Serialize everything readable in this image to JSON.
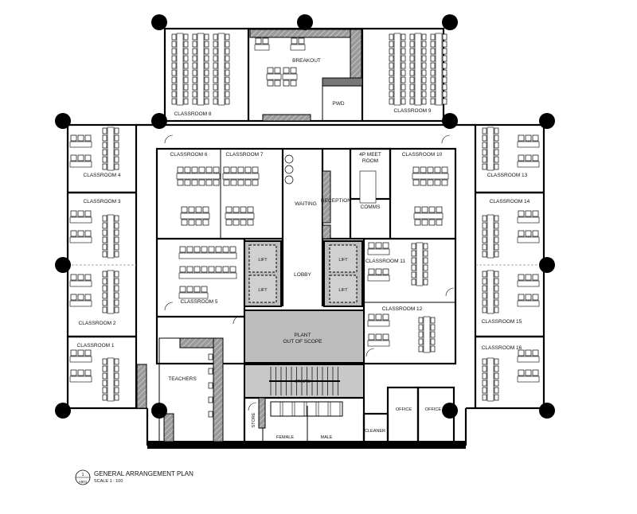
{
  "plan": {
    "rooms": {
      "classroom_1": "CLASSROOM 1",
      "classroom_2": "CLASSROOM 2",
      "classroom_3": "CLASSROOM 3",
      "classroom_4": "CLASSROOM 4",
      "classroom_5": "CLASSROOM 5",
      "classroom_6": "CLASSROOM 6",
      "classroom_7": "CLASSROOM 7",
      "classroom_8": "CLASSROOM 8",
      "classroom_9": "CLASSROOM 9",
      "classroom_10": "CLASSROOM 10",
      "classroom_11": "CLASSROOM 11",
      "classroom_12": "CLASSROOM 12",
      "classroom_13": "CLASSROOM 13",
      "classroom_14": "CLASSROOM 14",
      "classroom_15": "CLASSROOM 15",
      "classroom_16": "CLASSROOM 16",
      "breakout": "BREAKOUT",
      "pwd": "PWD",
      "waiting": "WAITING",
      "reception": "RECEPTION",
      "meet_room_1": "4P MEET",
      "meet_room_2": "ROOM",
      "comms": "COMMS",
      "lobby": "LOBBY",
      "lift": "LIFT",
      "plant_1": "PLANT",
      "plant_2": "OUT OF SCOPE",
      "stairs": "STAIRS",
      "teachers": "TEACHERS",
      "store": "STORE",
      "female": "FEMALE",
      "male": "MALE",
      "cleaner": "CLEANER",
      "office": "OFFICE"
    },
    "title_block": {
      "drawing_number": "1",
      "sheet": "A801",
      "title": "GENERAL ARRANGEMENT PLAN",
      "scale": "SCALE 1 : 100"
    }
  }
}
